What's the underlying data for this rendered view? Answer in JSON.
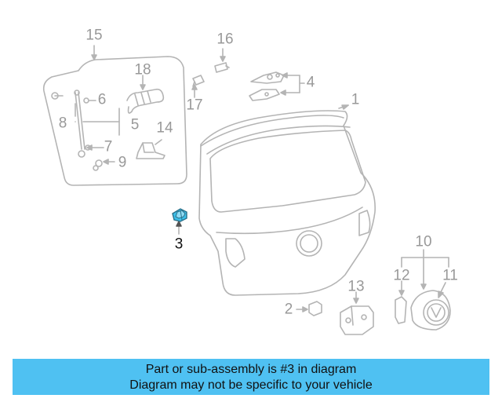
{
  "callouts": {
    "c1": "1",
    "c2": "2",
    "c3": "3",
    "c4": "4",
    "c5": "5",
    "c6": "6",
    "c7": "7",
    "c8": "8",
    "c9": "9",
    "c10": "10",
    "c11": "11",
    "c12": "12",
    "c13": "13",
    "c14": "14",
    "c15": "15",
    "c16": "16",
    "c17": "17",
    "c18": "18"
  },
  "banner": {
    "line1": "Part or sub-assembly is #3 in diagram",
    "line2": "Diagram may not be specific to your vehicle"
  },
  "colors": {
    "line": "#b4b4b4",
    "label": "#999999",
    "highlight_part": "#3cc0ea",
    "highlight_label": "#111111",
    "banner_bg": "#4fc1f2"
  }
}
